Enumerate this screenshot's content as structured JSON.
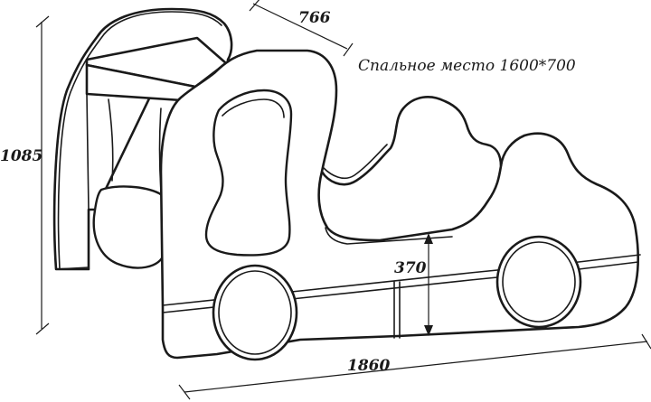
{
  "dimensions": {
    "height": "1085",
    "depth": "766",
    "length": "1860",
    "bed_height": "370"
  },
  "caption": "Спальное место 1600*700"
}
